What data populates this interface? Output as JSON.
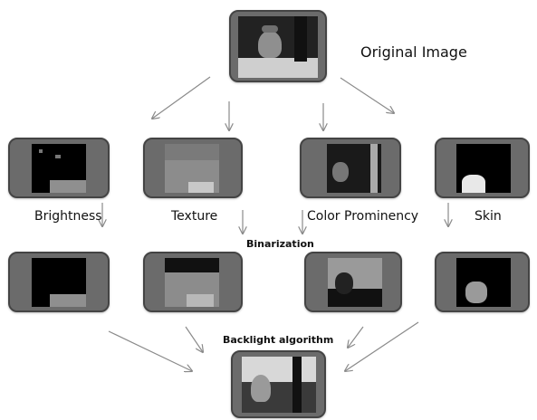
{
  "labels": {
    "original": "Original Image",
    "brightness": "Brightness",
    "texture": "Texture",
    "color_prominency": "Color Prominency",
    "skin": "Skin",
    "binarization": "Binarization",
    "backlight": "Backlight algorithm"
  },
  "colors": {
    "card_bg": "#6b6b6b",
    "card_border": "#444444",
    "arrow": "#8a8a8a"
  },
  "icons": [
    "arrow-icon"
  ]
}
